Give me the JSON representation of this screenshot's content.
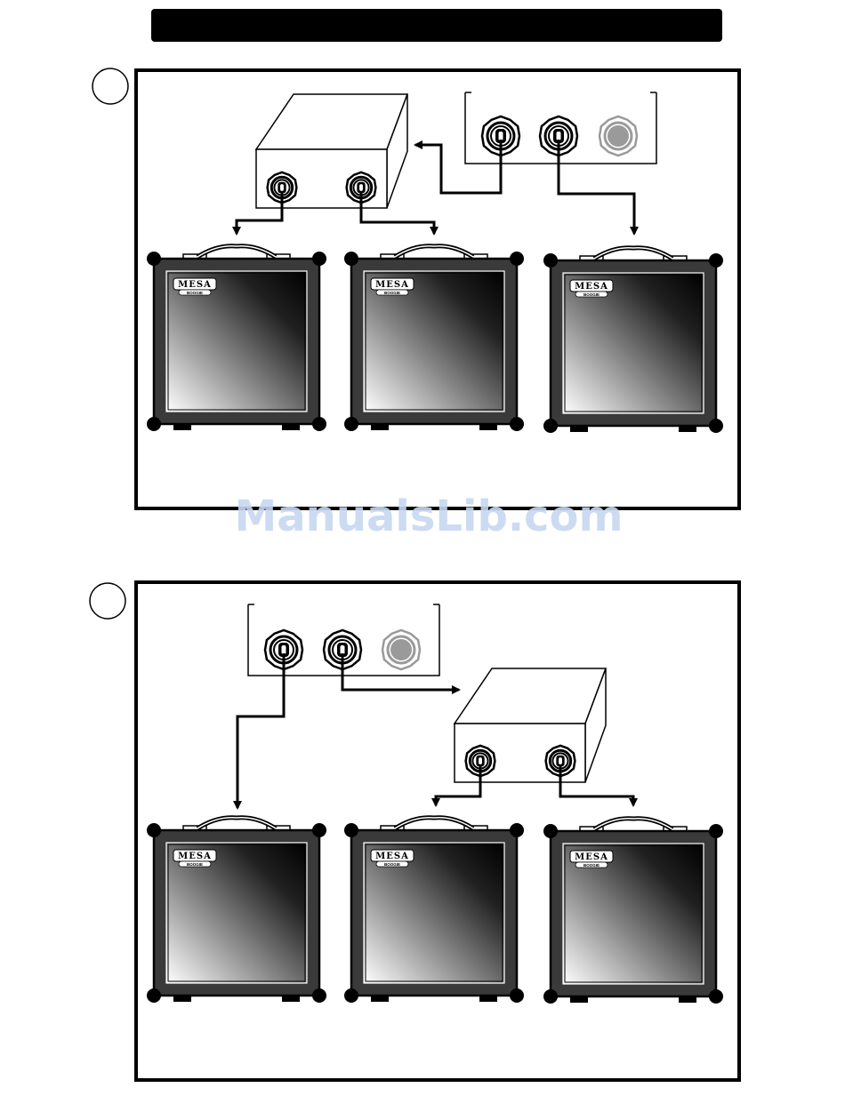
{
  "header_bar": {
    "text": ""
  },
  "diagrams": [
    {
      "number_label": "",
      "speaker_cabinets": [
        {
          "logo": "MESA",
          "badge": "BOOGIE"
        },
        {
          "logo": "MESA",
          "badge": "BOOGIE"
        },
        {
          "logo": "MESA",
          "badge": "BOOGIE"
        }
      ],
      "output_jacks": [
        {
          "state": "used"
        },
        {
          "state": "used"
        },
        {
          "state": "unused"
        }
      ]
    },
    {
      "number_label": "",
      "speaker_cabinets": [
        {
          "logo": "MESA",
          "badge": "BOOGIE"
        },
        {
          "logo": "MESA",
          "badge": "BOOGIE"
        },
        {
          "logo": "MESA",
          "badge": "BOOGIE"
        }
      ],
      "output_jacks": [
        {
          "state": "used"
        },
        {
          "state": "used"
        },
        {
          "state": "unused"
        }
      ]
    }
  ],
  "watermark": "ManualsLib.com",
  "colors": {
    "ink": "#000000",
    "cabinet_body": "#3a3a3a",
    "grille_dark": "#000000",
    "grille_light": "#ffffff",
    "unused_jack": "#9a9a9a",
    "watermark": "#c7d8f1"
  }
}
